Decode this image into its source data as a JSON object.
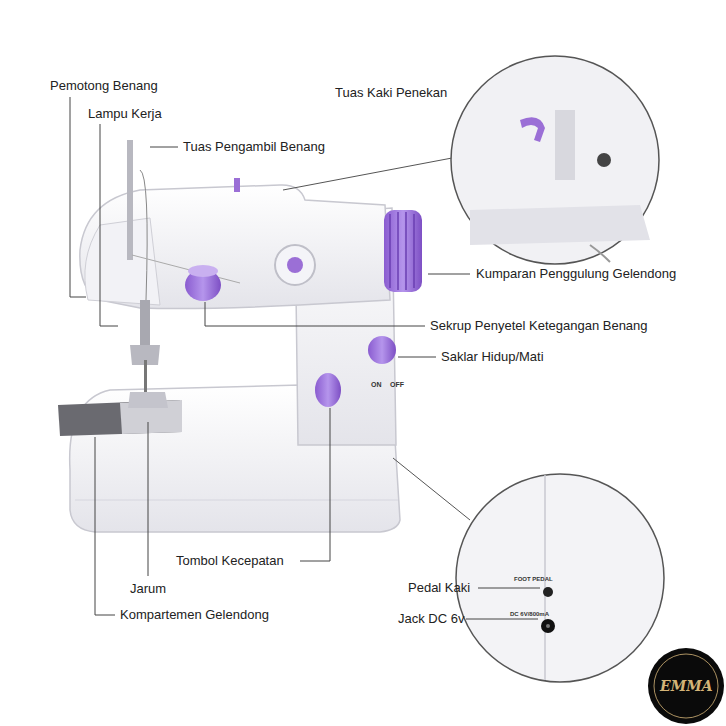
{
  "diagram": {
    "labels": [
      "Pemotong Benang",
      "Lampu Kerja",
      "Tuas Pengambil Benang",
      "Tuas Kaki Penekan",
      "Kumparan Penggulung Gelendong",
      "Sekrup Penyetel Ketegangan Benang",
      "Saklar Hidup/Mati",
      "Tombol Kecepatan",
      "Jarum",
      "Kompartemen Gelendong",
      "Pedal Kaki",
      "Jack DC 6v",
      "FOOT PEDAL",
      "DC 6V/800mA",
      "ON",
      "OFF",
      "EMMA"
    ]
  }
}
